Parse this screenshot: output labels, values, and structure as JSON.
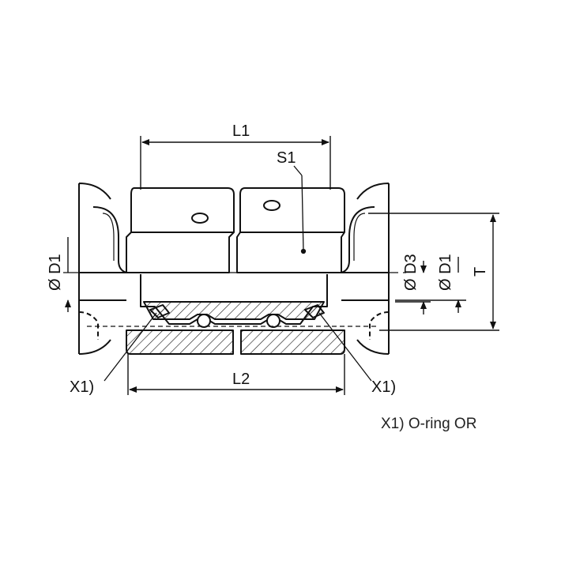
{
  "labels": {
    "l1": "L1",
    "l2": "L2",
    "s1": "S1",
    "d1_left": "Ø D1",
    "d3": "Ø D3",
    "d1_right": "Ø D1",
    "t": "T",
    "x1_left": "X1)",
    "x1_right": "X1)"
  },
  "note": "X1) O-ring OR",
  "colors": {
    "line": "#111111",
    "hatch": "#222222"
  }
}
